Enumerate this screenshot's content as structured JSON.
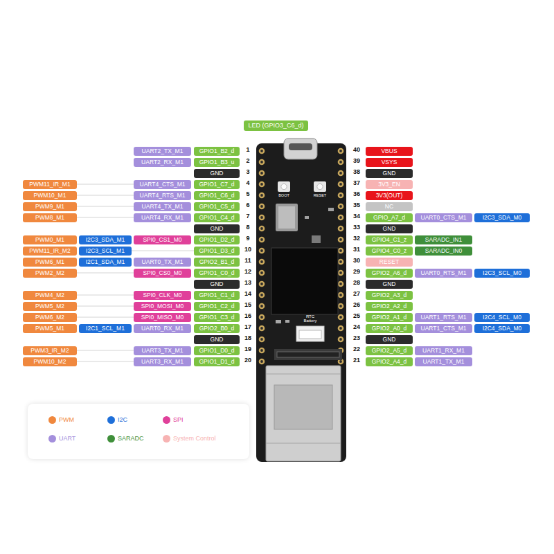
{
  "diagram": {
    "nodes": [
      {
        "text": [
          "LED (GPIO3_C6_d)"
        ]
      },
      {
        "text": [
          "UART2_TX_M1"
        ]
      },
      {
        "text": [
          "GPIO1_B2_d"
        ]
      },
      {
        "text": [
          "VBUS"
        ]
      },
      {
        "text": [
          "UART2_RX_M1"
        ]
      },
      {
        "text": [
          "GPIO1_B3_u"
        ]
      },
      {
        "text": [
          "VSYS"
        ]
      },
      {
        "text": [
          "GND"
        ]
      },
      {
        "text": [
          "GND"
        ]
      },
      {
        "text": [
          "PWM11_IR_M1"
        ]
      },
      {
        "text": [
          "UART4_CTS_M1"
        ]
      },
      {
        "text": [
          "GPIO1_C7_d"
        ]
      },
      {
        "text": [
          "3V3_EN"
        ]
      },
      {
        "text": [
          "PWM10_M1"
        ]
      },
      {
        "text": [
          "UART4_RTS_M1"
        ]
      },
      {
        "text": [
          "GPIO1_C6_d"
        ]
      },
      {
        "text": [
          "3V3(OUT)"
        ]
      },
      {
        "text": [
          "PWM9_M1"
        ]
      },
      {
        "text": [
          "UART4_TX_M1"
        ]
      },
      {
        "text": [
          "GPIO1_C5_d"
        ]
      },
      {
        "text": [
          "NC"
        ]
      },
      {
        "text": [
          "PWM8_M1"
        ]
      },
      {
        "text": [
          "UART4_RX_M1"
        ]
      },
      {
        "text": [
          "GPIO1_C4_d"
        ]
      },
      {
        "text": [
          "GPIO_A7_d"
        ]
      },
      {
        "text": [
          "UART0_CTS_M1"
        ]
      },
      {
        "text": [
          "I2C3_SDA_M0"
        ]
      },
      {
        "text": [
          "GND"
        ]
      },
      {
        "text": [
          "GND"
        ]
      },
      {
        "text": [
          "PWM0_M1"
        ]
      },
      {
        "text": [
          "I2C3_SDA_M1"
        ]
      },
      {
        "text": [
          "SPI0_CS1_M0"
        ]
      },
      {
        "text": [
          "GPIO1_D2_d"
        ]
      },
      {
        "text": [
          "GPIO4_C1_z"
        ]
      },
      {
        "text": [
          "SARADC_IN1"
        ]
      },
      {
        "text": [
          "PWM11_IR_M2"
        ]
      },
      {
        "text": [
          "I2C3_SCL_M1"
        ]
      },
      {
        "text": [
          "GPIO1_D3_d"
        ]
      },
      {
        "text": [
          "GPIO4_C0_z"
        ]
      },
      {
        "text": [
          "SARADC_IN0"
        ]
      },
      {
        "text": [
          "PWM6_M1"
        ]
      },
      {
        "text": [
          "I2C1_SDA_M1"
        ]
      },
      {
        "text": [
          "UART0_TX_M1"
        ]
      },
      {
        "text": [
          "GPIO2_B1_d"
        ]
      },
      {
        "text": [
          "RESET"
        ]
      },
      {
        "text": [
          "PWM2_M2"
        ]
      },
      {
        "text": [
          "SPI0_CS0_M0"
        ]
      },
      {
        "text": [
          "GPIO1_C0_d"
        ]
      },
      {
        "text": [
          "GPIO2_A6_d"
        ]
      },
      {
        "text": [
          "UART0_RTS_M1"
        ]
      },
      {
        "text": [
          "I2C3_SCL_M0"
        ]
      },
      {
        "text": [
          "GND"
        ]
      },
      {
        "text": [
          "GND"
        ]
      },
      {
        "text": [
          "PWM4_M2"
        ]
      },
      {
        "text": [
          "SPI0_CLK_M0"
        ]
      },
      {
        "text": [
          "GPIO1_C1_d"
        ]
      },
      {
        "text": [
          "GPIO2_A3_d"
        ]
      },
      {
        "text": [
          "PWM5_M2"
        ]
      },
      {
        "text": [
          "SPI0_MOSI_M0"
        ]
      },
      {
        "text": [
          "GPIO1_C2_d"
        ]
      },
      {
        "text": [
          "GPIO2_A2_d"
        ]
      },
      {
        "text": [
          "PWM6_M2"
        ]
      },
      {
        "text": [
          "SPI0_MISO_M0"
        ]
      },
      {
        "text": [
          "GPIO1_C3_d"
        ]
      },
      {
        "text": [
          "GPIO2_A1_d"
        ]
      },
      {
        "text": [
          "UART1_RTS_M1"
        ]
      },
      {
        "text": [
          "I2C4_SCL_M0"
        ]
      },
      {
        "text": [
          "PWM5_M1"
        ]
      },
      {
        "text": [
          "I2C1_SCL_M1"
        ]
      },
      {
        "text": [
          "UART0_RX_M1"
        ]
      },
      {
        "text": [
          "GPIO2_B0_d"
        ]
      },
      {
        "text": [
          "GPIO2_A0_d"
        ]
      },
      {
        "text": [
          "UART1_CTS_M1"
        ]
      },
      {
        "text": [
          "I2C4_SDA_M0"
        ]
      },
      {
        "text": [
          "GND"
        ]
      },
      {
        "text": [
          "GND"
        ]
      },
      {
        "text": [
          "PWM3_IR_M2"
        ]
      },
      {
        "text": [
          "UART3_TX_M1"
        ]
      },
      {
        "text": [
          "GPIO1_D0_d"
        ]
      },
      {
        "text": [
          "GPIO2_A5_d"
        ]
      },
      {
        "text": [
          "UART1_RX_M1"
        ]
      },
      {
        "text": [
          "PWM10_M2"
        ]
      },
      {
        "text": [
          "UART3_RX_M1"
        ]
      },
      {
        "text": [
          "GPIO1_D1_d"
        ]
      },
      {
        "text": [
          "GPIO2_A4_d"
        ]
      },
      {
        "text": [
          "UART1_TX_M1"
        ]
      }
    ],
    "edges": [
      {
        "from": 9,
        "to": 10,
        "arrow": "none"
      },
      {
        "from": 13,
        "to": 14,
        "arrow": "none"
      },
      {
        "from": 17,
        "to": 18,
        "arrow": "none"
      },
      {
        "from": 21,
        "to": 22,
        "arrow": "none"
      },
      {
        "from": 36,
        "to": 37,
        "arrow": "none"
      },
      {
        "from": 45,
        "to": 46,
        "arrow": "none"
      },
      {
        "from": 53,
        "to": 54,
        "arrow": "none"
      },
      {
        "from": 57,
        "to": 58,
        "arrow": "none"
      },
      {
        "from": 61,
        "to": 62,
        "arrow": "none"
      },
      {
        "from": 76,
        "to": 77,
        "arrow": "none"
      },
      {
        "from": 81,
        "to": 82,
        "arrow": "none"
      }
    ],
    "labels": [
      "1",
      "40",
      "2",
      "39",
      "3",
      "38",
      "4",
      "37",
      "5",
      "36",
      "6",
      "35",
      "7",
      "34",
      "8",
      "33",
      "9",
      "32",
      "10",
      "31",
      "11",
      "30",
      "12",
      "29",
      "13",
      "28",
      "14",
      "27",
      "15",
      "26",
      "16",
      "25",
      "17",
      "24",
      "18",
      "23",
      "19",
      "22",
      "20",
      "21",
      "BOOT",
      "RESET",
      "RTC Battery"
    ],
    "legend": [
      {
        "text": "PWM",
        "color": "#f0883e"
      },
      {
        "text": "I2C",
        "color": "#1e6fd9"
      },
      {
        "text": "SPI",
        "color": "#e0409a"
      },
      {
        "text": "UART",
        "color": "#a48fdc"
      },
      {
        "text": "SARADC",
        "color": "#3f8f3a"
      },
      {
        "text": "System Control",
        "color": "#f7b3b3"
      }
    ]
  }
}
